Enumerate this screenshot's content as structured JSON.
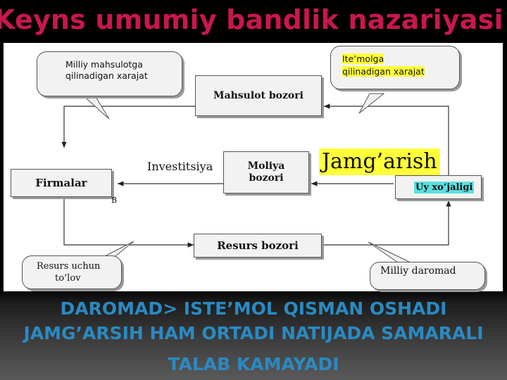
{
  "title": "Keyns umumiy bandlik nazariyasi",
  "diagram": {
    "bubble_left": "Milliy mahsulotga qilinadigan xarajat",
    "bubble_left_l1": "Milliy mahsulotga",
    "bubble_left_l2": "qilinadigan  xarajat",
    "bubble_right_l1": "Ite’molga",
    "bubble_right_l2": "qilinadigan xarajat",
    "mahsulot_bozori": "Mahsulot bozori",
    "firmalar": "Firmalar",
    "investitsiya": "Investitsiya",
    "moliya_l1": "Moliya",
    "moliya_l2": "bozori",
    "jamgarish": "Jamg’arish",
    "uy_xojaligi": "Uy xo’jaligi",
    "b_mark": "B",
    "resurs_bozori": "Resurs bozori",
    "resurs_tolov_l1": "Resurs uchun",
    "resurs_tolov_l2": "to’lov",
    "milliy_daromad": "Milliy daromad",
    "highlight_color": "#ffff3a",
    "uy_highlight_color": "#5ce0e0"
  },
  "bottom_lines": {
    "line1": "DAROMAD> ISTE’MOL QISMAN OSHADI",
    "line2": "JAMG’ARSIH HAM ORTADI NATIJADA SAMARALI",
    "line3": "TALAB KAMAYADI"
  }
}
